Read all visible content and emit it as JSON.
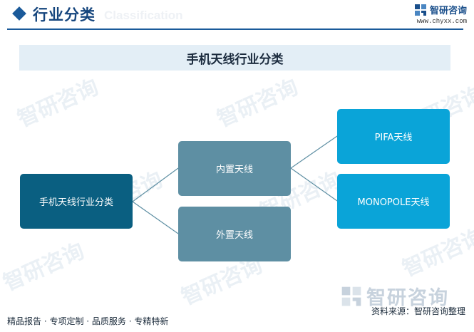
{
  "header": {
    "title": "行业分类",
    "watermark_en": "Classification",
    "brand_name": "智研咨询",
    "brand_url": "www.chyxx.com"
  },
  "main_title": "手机天线行业分类",
  "nodes": {
    "root": "手机天线行业分类",
    "internal": "内置天线",
    "external": "外置天线",
    "pifa": "PIFA天线",
    "monopole": "MONOPOLE天线"
  },
  "watermark_text": "智研咨询",
  "footer": {
    "slogan": "精品报告 · 专项定制 · 品质服务 · 专精特新",
    "source": "资料来源：智研咨询整理",
    "brand_big": "智研咨询"
  },
  "colors": {
    "root": "#0a5f81",
    "mid": "#5e8fa3",
    "leaf": "#0aa4d8",
    "accent": "#1a5a9a"
  },
  "icons": {
    "header_marker": "diamond-icon",
    "brand": "zhiyan-logo-icon"
  }
}
